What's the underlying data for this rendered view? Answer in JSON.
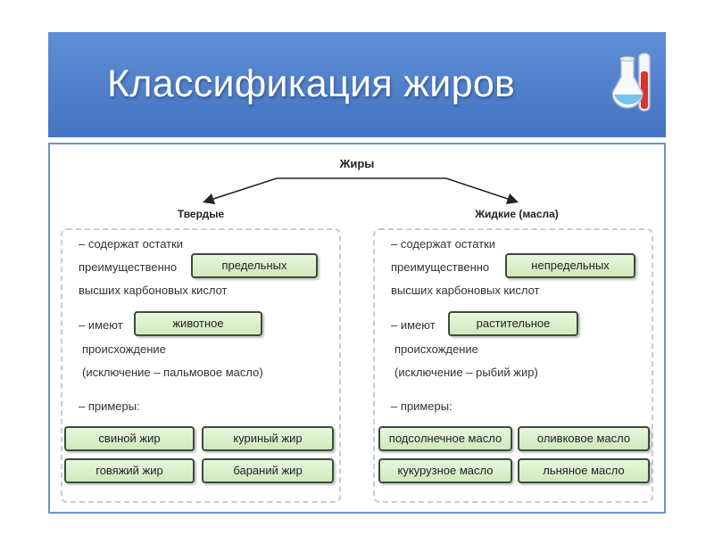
{
  "title": "Классификация жиров",
  "diagram": {
    "root": "Жиры",
    "branches": [
      {
        "title": "Твердые",
        "contains_line1": "– содержат остатки",
        "contains_line2": "преимущественно",
        "acid_type": "предельных",
        "contains_line3": "высших карбоновых кислот",
        "origin_prefix": "– имеют",
        "origin": "животное",
        "origin_line2": "происхождение",
        "exception": "(исключение – пальмовое масло)",
        "examples_label": "– примеры:",
        "examples": [
          "свиной жир",
          "куриный жир",
          "говяжий жир",
          "бараний жир"
        ]
      },
      {
        "title": "Жидкие (масла)",
        "contains_line1": "– содержат остатки",
        "contains_line2": "преимущественно",
        "acid_type": "непредельных",
        "contains_line3": "высших карбоновых кислот",
        "origin_prefix": "– имеют",
        "origin": "растительное",
        "origin_line2": "происхождение",
        "exception": "(исключение – рыбий жир)",
        "examples_label": "– примеры:",
        "examples": [
          "подсолнечное масло",
          "оливковое масло",
          "кукурузное масло",
          "льняное масло"
        ]
      }
    ]
  },
  "colors": {
    "title_bar": "#4d7fcd",
    "frame_border": "#6f94c9",
    "pill_fill": "#d9efc8",
    "pill_border": "#3a4d3a"
  },
  "icons": [
    "flask-icon"
  ]
}
